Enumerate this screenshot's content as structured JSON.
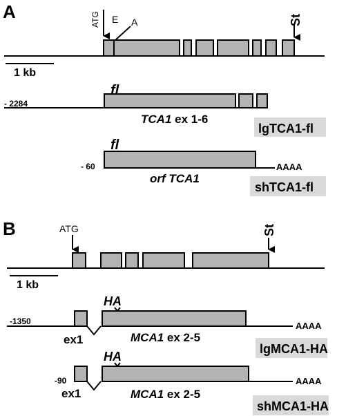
{
  "panel_a": {
    "label": "A",
    "atg": "ATG",
    "e": "E",
    "a": "A",
    "stop": "St",
    "scale": "1 kb",
    "lg": {
      "flag": "fl",
      "start": "- 2284",
      "gene": "TCA1",
      "exons": "ex 1-6",
      "name": "lgTCA1-fl"
    },
    "sh": {
      "flag": "fl",
      "start": "- 60",
      "orf": "orf",
      "gene": "TCA1",
      "polya": "AAAA",
      "name": "shTCA1-fl"
    }
  },
  "panel_b": {
    "label": "B",
    "atg": "ATG",
    "stop": "St",
    "scale": "1 kb",
    "lg": {
      "tag": "HA",
      "start": "-1350",
      "ex1": "ex1",
      "gene": "MCA1",
      "exons": "ex 2-5",
      "polya": "AAAA",
      "name": "lgMCA1-HA"
    },
    "sh": {
      "tag": "HA",
      "start": "-90",
      "ex1": "ex1",
      "gene": "MCA1",
      "exons": "ex 2-5",
      "polya": "AAAA",
      "name": "shMCA1-HA"
    }
  }
}
